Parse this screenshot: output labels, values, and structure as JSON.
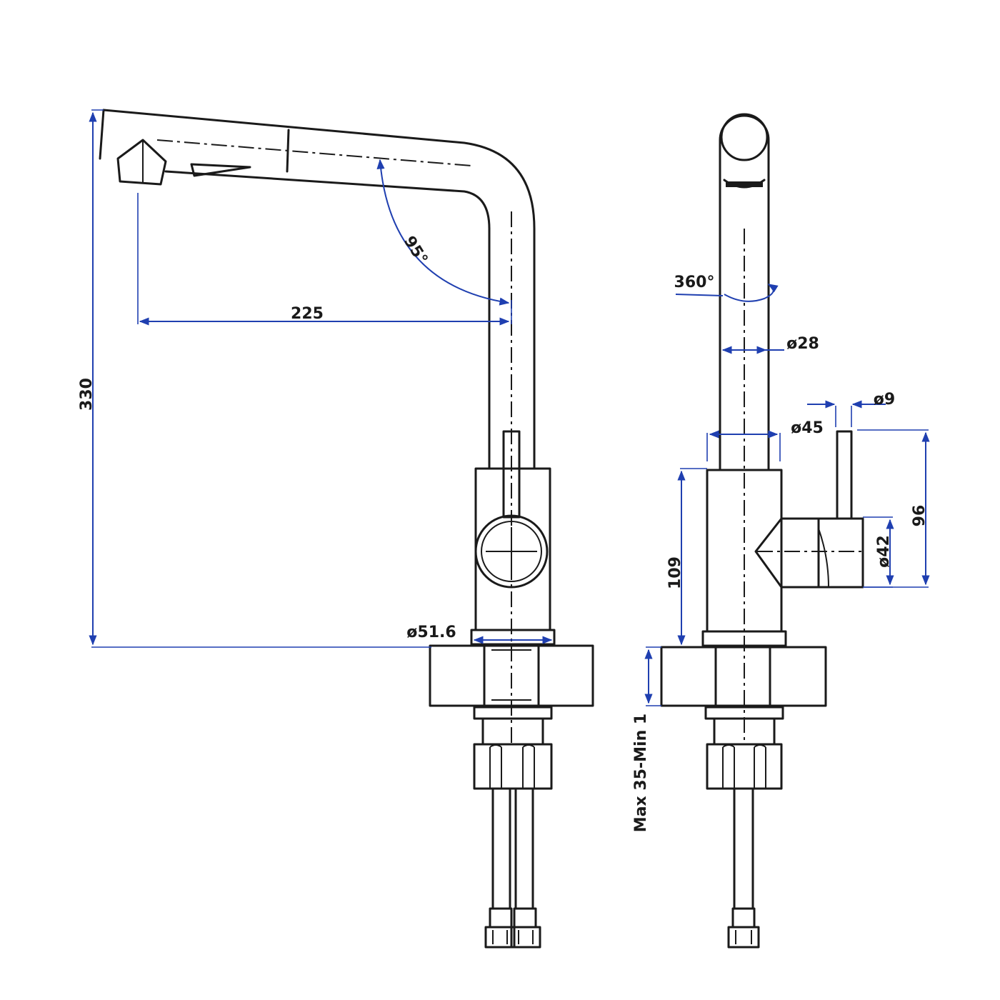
{
  "dimensions": {
    "height_total": "330",
    "reach": "225",
    "spout_angle": "95°",
    "rotation": "360°",
    "spout_dia": "ø28",
    "lever_dia": "ø9",
    "body_dia": "ø45",
    "base_dia": "ø51.6",
    "handle_height": "96",
    "handle_dia": "ø42",
    "body_height": "109",
    "counter_thickness": "Max 35-Min 1"
  },
  "colors": {
    "line": "#1a1a1a",
    "dimension": "#1f3fb0",
    "background": "#ffffff"
  }
}
